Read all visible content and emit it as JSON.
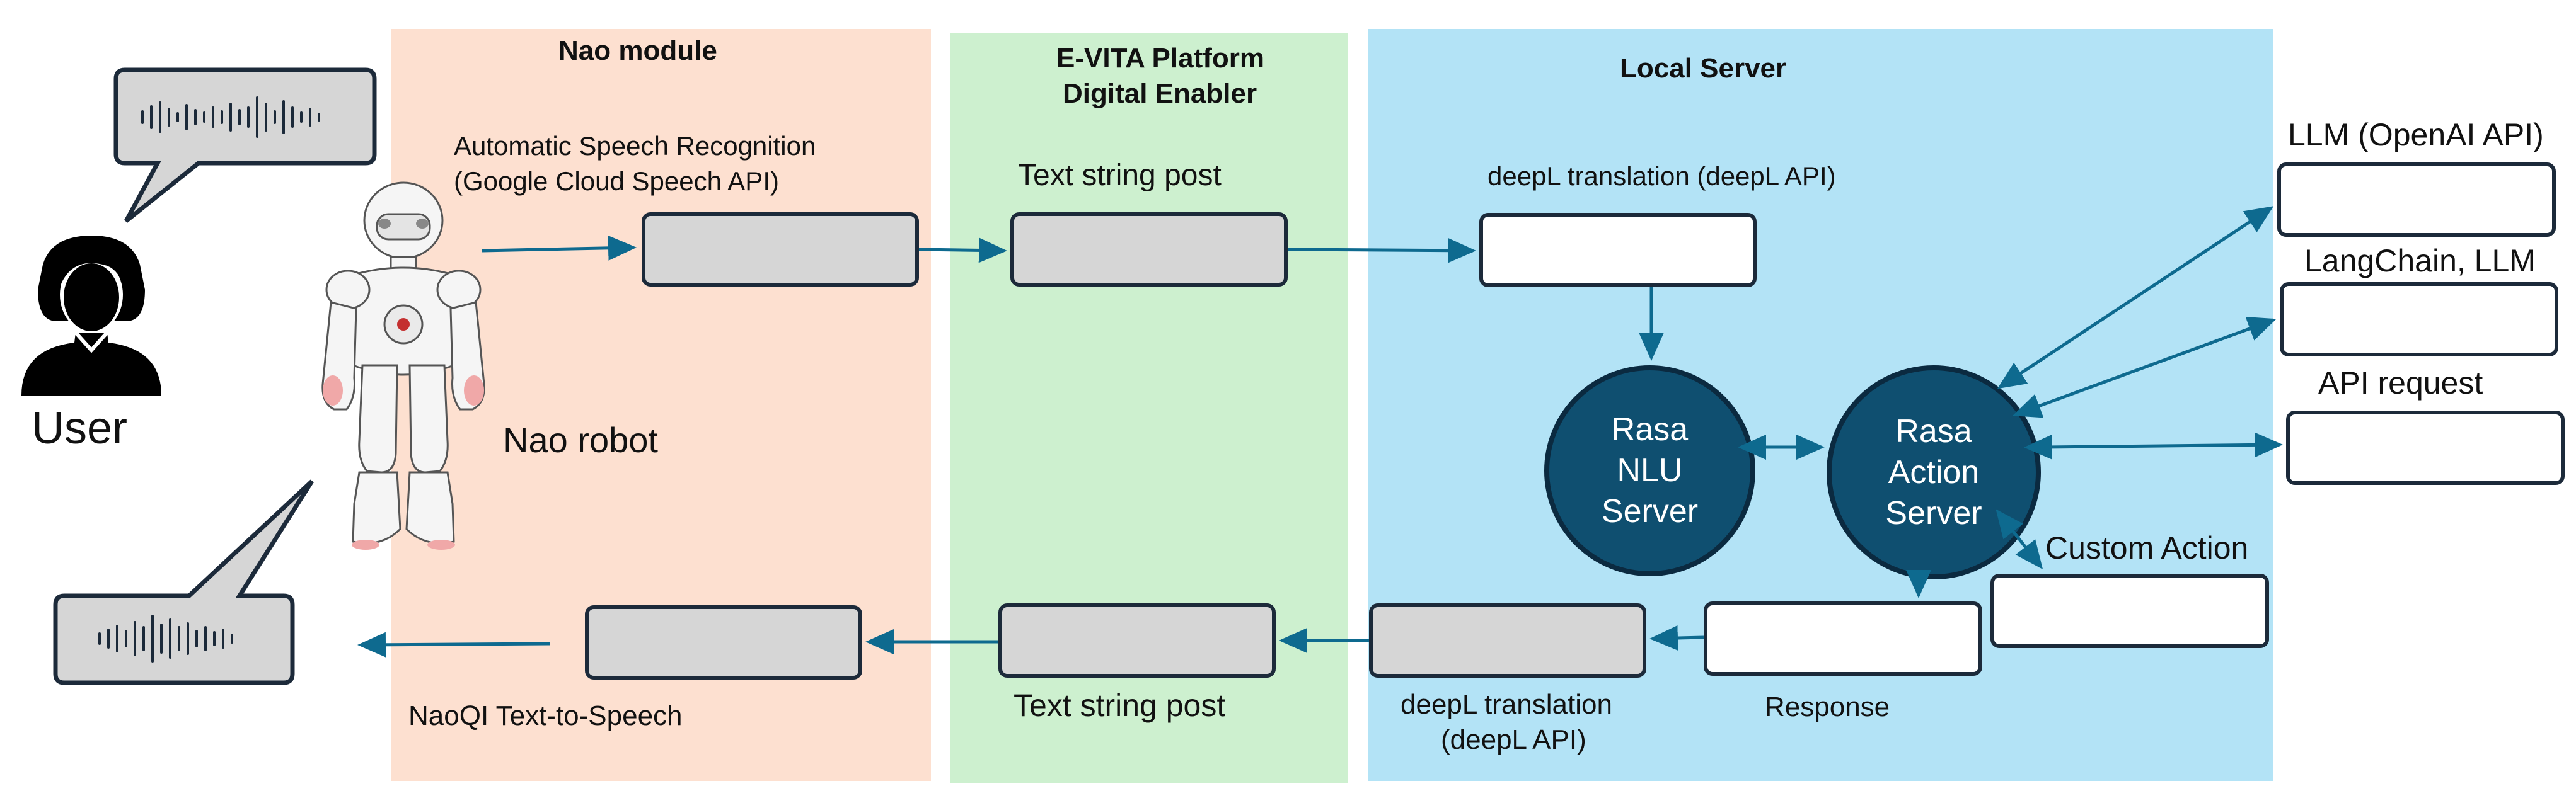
{
  "colors": {
    "nao_panel": "#fde0d0",
    "evita_panel": "#cdf0cf",
    "server_panel": "#b3e3f6",
    "arrow": "#0e6a8f",
    "box_gray": "#d6d6d6",
    "circle_fill": "#0f4f70"
  },
  "sections": {
    "nao_module": "Nao module",
    "evita_line1": "E-VITA Platform",
    "evita_line2": "Digital Enabler",
    "local_server": "Local Server"
  },
  "user": {
    "label": "User",
    "icon": "user-icon"
  },
  "robot": {
    "label": "Nao robot",
    "icon": "nao-robot-icon"
  },
  "top_flow": {
    "asr_line1": "Automatic Speech Recognition",
    "asr_line2": "(Google Cloud Speech API)",
    "text_post": "Text string post",
    "deepl": "deepL translation (deepL API)"
  },
  "servers": {
    "nlu": [
      "Rasa",
      "NLU",
      "Server"
    ],
    "action": [
      "Rasa",
      "Action",
      "Server"
    ]
  },
  "external": {
    "llm": "LLM (OpenAI API)",
    "langchain": "LangChain, LLM",
    "api": "API request",
    "custom": "Custom Action"
  },
  "bottom_flow": {
    "tts": "NaoQI Text-to-Speech",
    "text_post": "Text string post",
    "deepl_line1": "deepL translation",
    "deepl_line2": "(deepL API)",
    "response": "Response"
  }
}
